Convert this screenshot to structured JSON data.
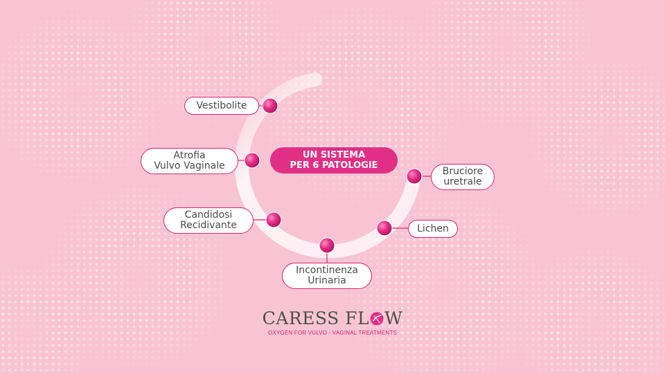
{
  "center": {
    "line1": "UN SISTEMA",
    "line2": "PER 6 PATOLOGIE"
  },
  "items": {
    "vestibolite": {
      "line1": "Vestibolite"
    },
    "atrofia": {
      "line1": "Atrofia",
      "line2": "Vulvo Vaginale"
    },
    "candidosi": {
      "line1": "Candidosi",
      "line2": "Recidivante"
    },
    "incontinenza": {
      "line1": "Incontinenza",
      "line2": "Urinaria"
    },
    "lichen": {
      "line1": "Lichen"
    },
    "bruciore": {
      "line1": "Bruciore",
      "line2": "uretrale"
    }
  },
  "brand": {
    "name_part1": "CARESS FL",
    "name_part2": "W",
    "tagline": "OXYGEN FOR VULVO - VAGINAL TREATMENTS"
  },
  "colors": {
    "background": "#f8c4d3",
    "accent": "#e12f86",
    "text": "#4a4a4a"
  }
}
